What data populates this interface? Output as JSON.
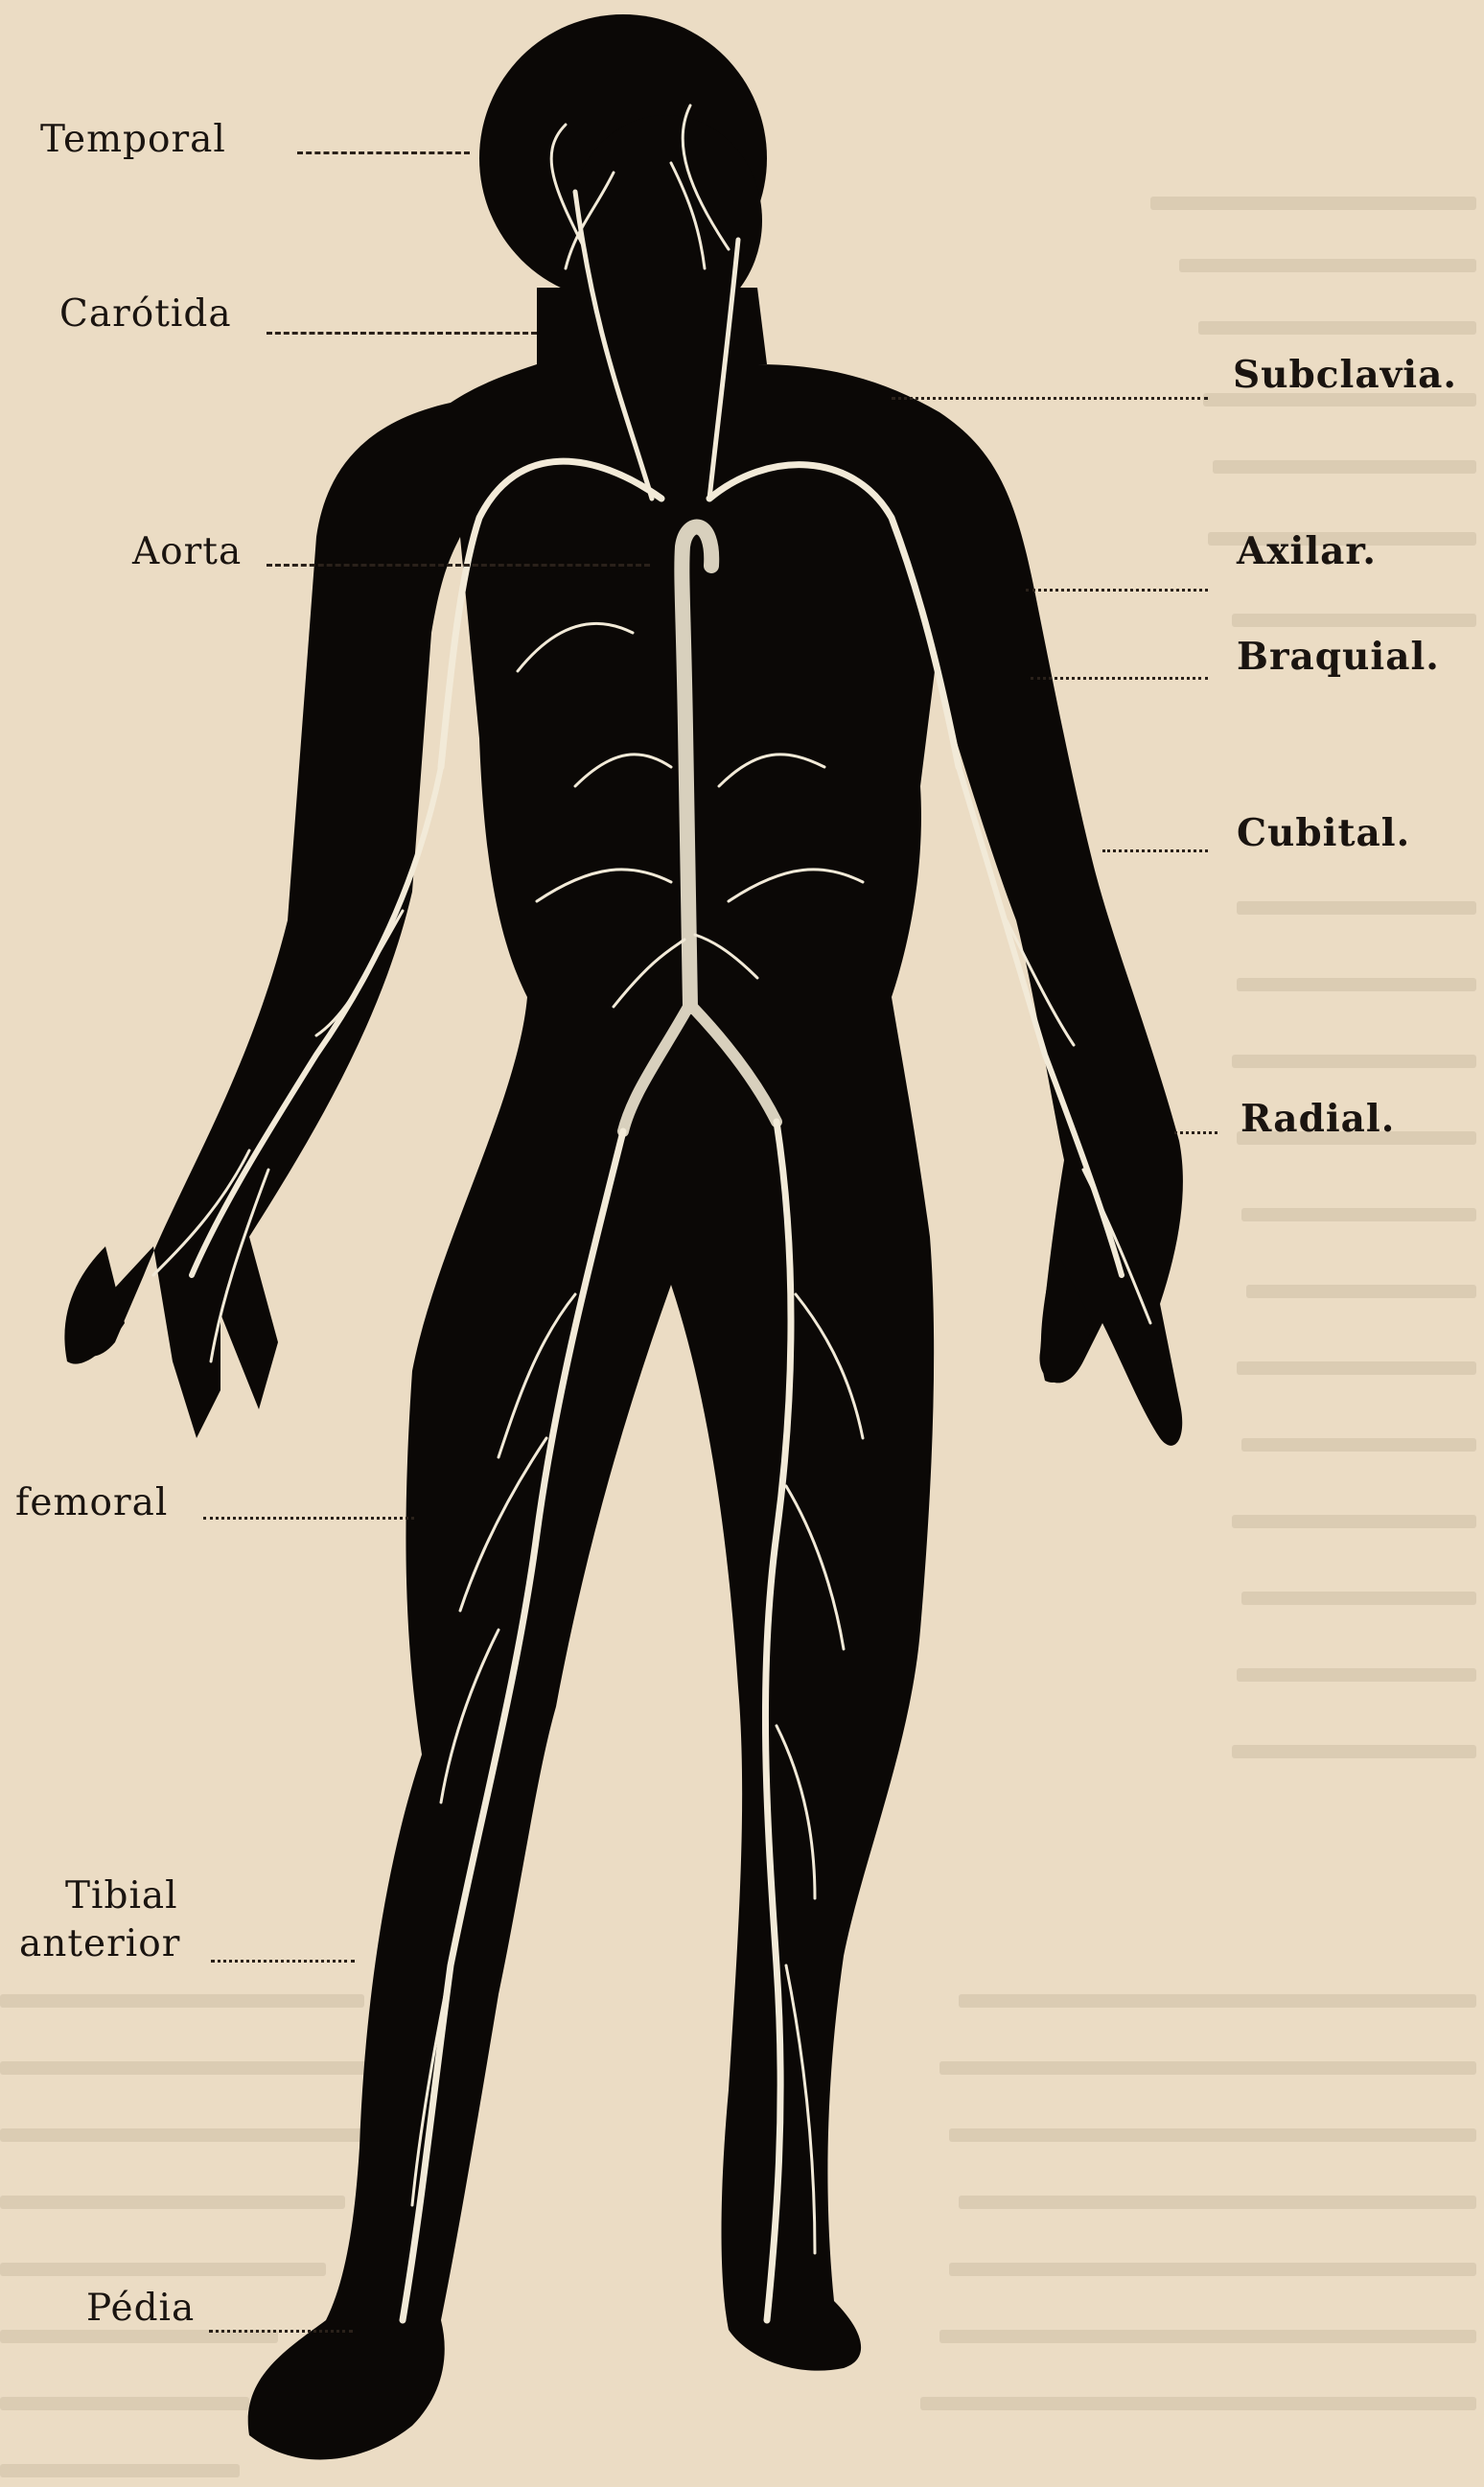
{
  "labels": {
    "temporal": "Temporal",
    "carotida": "Carótida",
    "aorta": "Aorta",
    "femoral": "femoral",
    "tibial_line1": "Tibial",
    "tibial_line2": "anterior",
    "pedia": "Pédia",
    "subclavia": "Subclavia.",
    "axilar": "Axilar.",
    "braquial": "Braquial.",
    "cubital": "Cubital.",
    "radial": "Radial."
  },
  "colors": {
    "paper": "#ebdcc4",
    "silhouette": "#0b0806",
    "vessels": "#f2ead8",
    "ink": "#1a1410"
  }
}
